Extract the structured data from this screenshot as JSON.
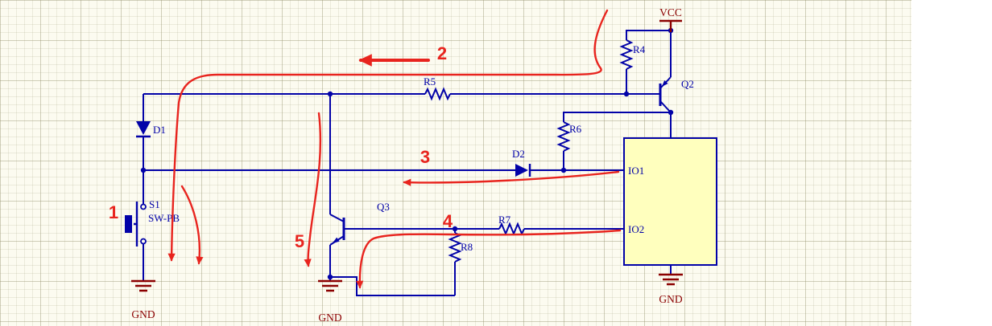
{
  "schematic": {
    "power_labels": {
      "vcc": "VCC",
      "gnd_left": "GND",
      "gnd_middle": "GND",
      "gnd_right": "GND"
    },
    "components": {
      "r4": "R4",
      "r5": "R5",
      "r6": "R6",
      "r7": "R7",
      "r8": "R8",
      "d1": "D1",
      "d2": "D2",
      "q2": "Q2",
      "q3": "Q3",
      "s1_ref": "S1",
      "s1_part": "SW-PB"
    },
    "ic": {
      "pin_io1": "IO1",
      "pin_io2": "IO2"
    },
    "annotations": {
      "step1": "1",
      "step2": "2",
      "step3": "3",
      "step4": "4",
      "step5": "5"
    },
    "colors": {
      "wire": "#0202A8",
      "power": "#8B0000",
      "annotation": "#E8241E",
      "ic_fill": "#FFFFBE",
      "ic_border": "#0202A8",
      "sheet_bg": "#FCFBF0"
    }
  }
}
